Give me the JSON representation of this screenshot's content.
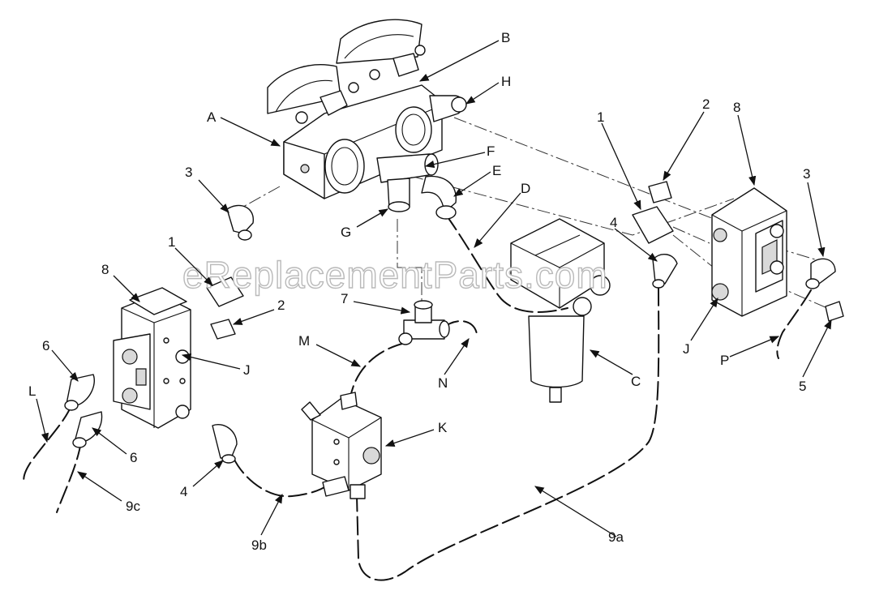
{
  "watermark": "eReplacementParts.com",
  "callouts": {
    "A": "A",
    "B": "B",
    "C": "C",
    "D": "D",
    "E": "E",
    "F": "F",
    "G": "G",
    "H": "H",
    "J_left": "J",
    "J_right": "J",
    "K": "K",
    "L": "L",
    "M": "M",
    "N": "N",
    "P": "P",
    "n1_left": "1",
    "n1_right": "1",
    "n2_left": "2",
    "n2_right": "2",
    "n3_left": "3",
    "n3_right": "3",
    "n4_left": "4",
    "n4_right": "4",
    "n5": "5",
    "n6_upper": "6",
    "n6_lower": "6",
    "n7": "7",
    "n8_left": "8",
    "n8_right": "8",
    "n9a": "9a",
    "n9b": "9b",
    "n9c": "9c"
  },
  "icons": {
    "arrowhead": "leader-arrow-icon",
    "fitting": "elbow-fitting-icon"
  }
}
